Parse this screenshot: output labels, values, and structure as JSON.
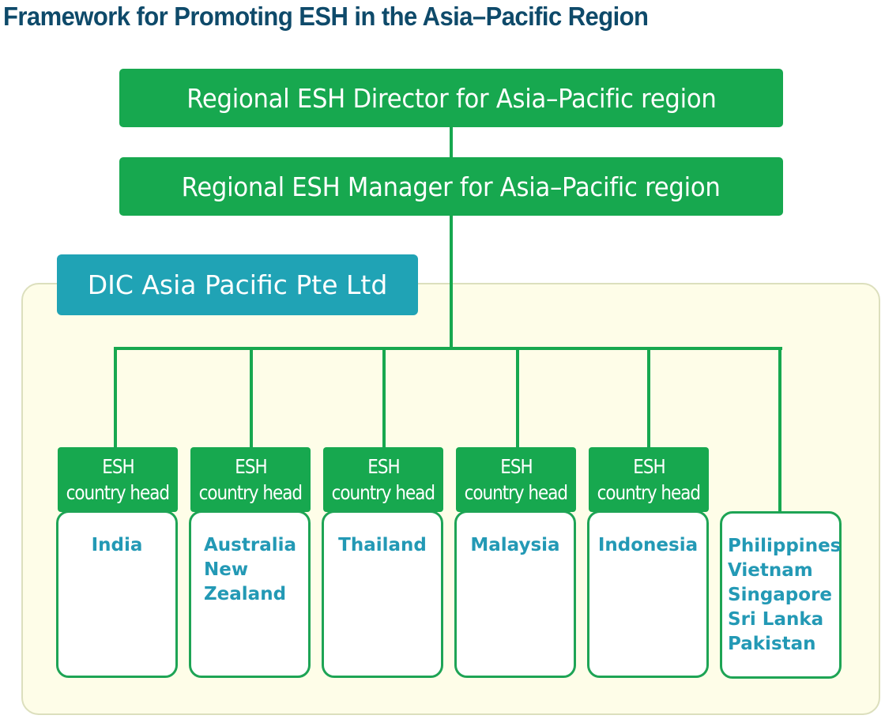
{
  "title": "Framework for Promoting ESH in the Asia–Pacific Region",
  "hierarchy": {
    "director": "Regional ESH Director for Asia–Pacific region",
    "manager": "Regional ESH Manager for Asia–Pacific region",
    "company": "DIC Asia Pacific Pte Ltd"
  },
  "columns": [
    {
      "head_line1": "ESH",
      "head_line2": "country head",
      "countries": [
        "India"
      ]
    },
    {
      "head_line1": "ESH",
      "head_line2": "country head",
      "countries": [
        "Australia",
        "New",
        "Zealand"
      ]
    },
    {
      "head_line1": "ESH",
      "head_line2": "country head",
      "countries": [
        "Thailand"
      ]
    },
    {
      "head_line1": "ESH",
      "head_line2": "country head",
      "countries": [
        "Malaysia"
      ]
    },
    {
      "head_line1": "ESH",
      "head_line2": "country head",
      "countries": [
        "Indonesia"
      ]
    },
    {
      "countries": [
        "Philippines",
        "Vietnam",
        "Singapore",
        "Sri Lanka",
        "Pakistan"
      ]
    }
  ],
  "colors": {
    "title": "#0e4a6a",
    "green": "#17a84f",
    "company_teal": "#20a3b5",
    "country_text": "#2399b5",
    "panel_bg": "#fefde8",
    "panel_border": "#dcdfbd"
  }
}
